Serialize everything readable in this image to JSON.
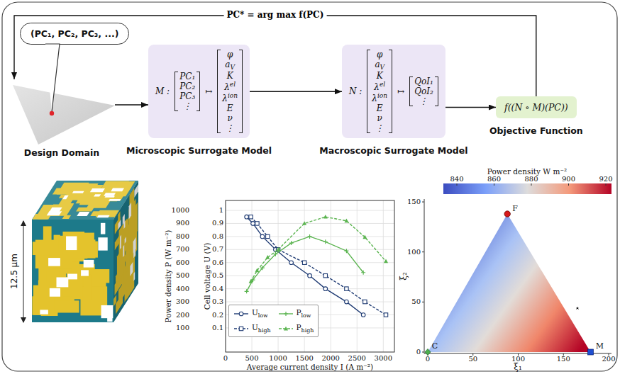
{
  "diagram": {
    "nodes": [
      {
        "text": [
          "Design Domain"
        ]
      },
      {
        "text": [
          "(PC₁, PC₂, PC₃, ...)"
        ]
      },
      {
        "text": [
          "M :",
          "PC₁",
          "PC₂",
          "PC₃",
          "⋮",
          "↦",
          "φ",
          "aV",
          "K",
          "λel",
          "λion",
          "E",
          "ν",
          "⋮",
          "Microscopic Surrogate Model"
        ]
      },
      {
        "text": [
          "N :",
          "φ",
          "aV",
          "K",
          "λel",
          "λion",
          "E",
          "ν",
          "⋮",
          "↦",
          "QoI₁",
          "QoI₂",
          "⋮",
          "Macroscopic Surrogate Model"
        ]
      },
      {
        "text": [
          "f((N ∘ M)(PC))",
          "Objective Function"
        ]
      }
    ],
    "edges": [
      {
        "from": 0,
        "to": 2,
        "arrow": "to"
      },
      {
        "from": 2,
        "to": 3,
        "arrow": "to"
      },
      {
        "from": 3,
        "to": 4,
        "arrow": "to"
      },
      {
        "from": 4,
        "to": 0,
        "arrow": "to",
        "label": "PC* = arg max f(PC)"
      }
    ],
    "labels": [
      "12.5 μm",
      "1000",
      "900",
      "800",
      "700",
      "600",
      "500",
      "400",
      "300",
      "200",
      "100",
      "1",
      "0.9",
      "0.8",
      "0.7",
      "0.6",
      "0.5",
      "0.4",
      "0.3",
      "0.2",
      "0.1",
      "0",
      "500",
      "1000",
      "1500",
      "2000",
      "2500",
      "3000",
      "Power density P (W m⁻²)",
      "Cell voltage U (V)",
      "Average current density I (A m⁻²)",
      "Power density W m⁻²",
      "840",
      "860",
      "880",
      "900",
      "920",
      "0",
      "50",
      "100",
      "150",
      "200",
      "0",
      "50",
      "100",
      "150",
      "ξ₁",
      "ξ₂",
      "F",
      "C",
      "M"
    ],
    "legend": [
      {
        "text": "Ulow"
      },
      {
        "text": "Uhigh"
      },
      {
        "text": "Plow"
      },
      {
        "text": "Phigh"
      }
    ]
  }
}
